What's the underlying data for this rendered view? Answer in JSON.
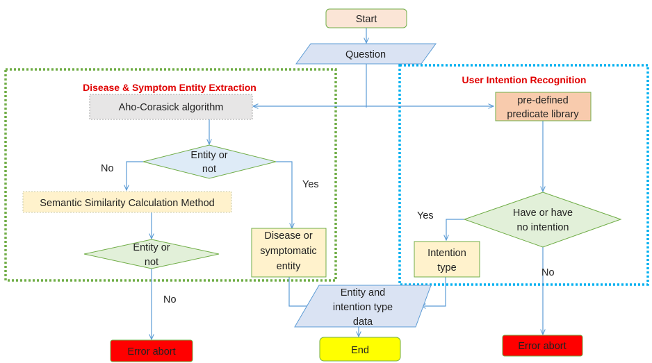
{
  "diagram": {
    "start": "Start",
    "question": "Question",
    "left_group_title": "Disease & Symptom Entity Extraction",
    "right_group_title": "User Intention Recognition",
    "aho_corasick": "Aho-Corasick algorithm",
    "entity_decision_1": [
      "Entity or",
      "not"
    ],
    "no_label_left": "No",
    "yes_label_left": "Yes",
    "semantic_method": "Semantic Similarity Calculation Method",
    "entity_decision_2": [
      "Entity or",
      "not"
    ],
    "disease_entity": [
      "Disease or",
      "symptomatic",
      "entity"
    ],
    "no_label_bottom": "No",
    "error_abort_left": "Error abort",
    "end": "End",
    "combined_data": [
      "Entity and",
      "intention type",
      "data"
    ],
    "predicate_library": [
      "pre-defined",
      "predicate library"
    ],
    "intention_decision": [
      "Have or have",
      "no intention"
    ],
    "yes_label_right": "Yes",
    "no_label_right": "No",
    "intention_type": [
      "Intention",
      "type"
    ],
    "error_abort_right": "Error abort"
  },
  "colors": {
    "connector": "#5b9bd5",
    "left_group_border": "#70ad47",
    "right_group_border": "#00b0f0",
    "title_red": "#e00000",
    "start_fill": "#fbe5d6",
    "question_fill": "#dae3f3",
    "aho_fill": "#e7e6e6",
    "decision_blue_fill": "#deebf7",
    "decision_green_fill": "#e2f0d9",
    "note_yellow_fill": "#fff2cc",
    "predicate_fill": "#f8cbad",
    "error_fill": "#ff0000",
    "end_fill": "#ffff00"
  }
}
